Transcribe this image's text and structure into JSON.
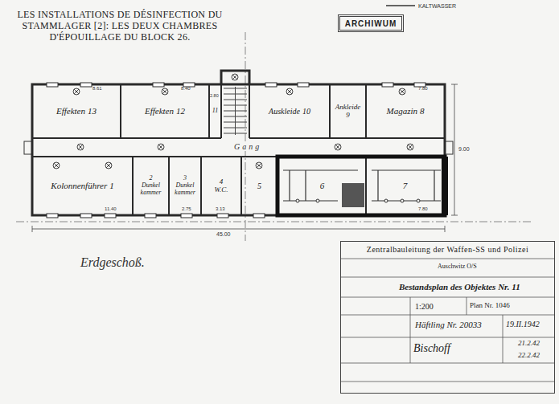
{
  "diagram": {
    "title": "LES INSTALLATIONS DE DÉSINFECTION DU STAMMLAGER [2]: LES DEUX CHAMBRES D'ÉPOUILLAGE DU BLOCK 26.",
    "nodes": [
      {
        "text": [
          "Effekten",
          "13"
        ]
      },
      {
        "text": [
          "Effekten",
          "12"
        ]
      },
      {
        "text": [
          "11"
        ]
      },
      {
        "text": [
          "Auskleide",
          "10"
        ]
      },
      {
        "text": [
          "Ankleide",
          "9"
        ]
      },
      {
        "text": [
          "Magazin",
          "8"
        ]
      },
      {
        "text": [
          "Kolonnenführer",
          "1"
        ]
      },
      {
        "text": [
          "2",
          "Dunkel kammer"
        ]
      },
      {
        "text": [
          "3",
          "Dunkel kammer"
        ]
      },
      {
        "text": [
          "4",
          "W.C."
        ]
      },
      {
        "text": [
          "5"
        ]
      },
      {
        "text": [
          "6"
        ]
      },
      {
        "text": [
          "7"
        ]
      },
      {
        "text": [
          "ARCHIWUM"
        ]
      },
      {
        "text": [
          "Zentralbauleitung der Waffen-SS und Polizei",
          "Auschwitz O/S",
          "Bestandsplan des Objektes Nr. 11",
          "1:200",
          "Plan Nr. 1046",
          "Häftling Nr. 20033",
          "19.II.1942",
          "Bischoff",
          "21.2.42",
          "22.2.42"
        ]
      }
    ],
    "labels": [
      "Gang",
      "Erdgeschoß.",
      "8.61",
      "8.40",
      "2.80",
      "7.80",
      "11.40",
      "2.75",
      "3.13",
      "7.80",
      "45.00",
      "9.00"
    ],
    "legend": [
      {
        "text": "KALTWASSER"
      }
    ]
  }
}
